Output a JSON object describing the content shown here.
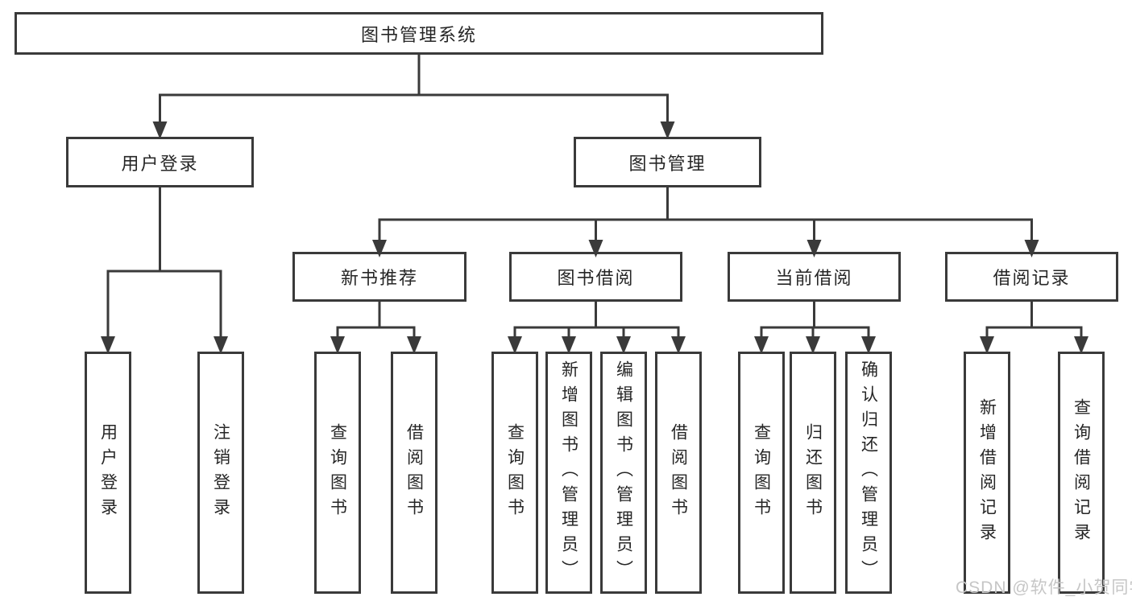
{
  "diagram": {
    "root": "图书管理系统",
    "branches": {
      "user_login": "用户登录",
      "book_mgmt": "图书管理"
    },
    "modules": {
      "new_book": "新书推荐",
      "borrow": "图书借阅",
      "current": "当前借阅",
      "records": "借阅记录"
    },
    "leaves": {
      "user_login": [
        "用户登录",
        "注销登录"
      ],
      "new_book": [
        "查询图书",
        "借阅图书"
      ],
      "borrow": [
        "查询图书",
        "新增图书（管理员）",
        "编辑图书（管理员）",
        "借阅图书"
      ],
      "current": [
        "查询图书",
        "归还图书",
        "确认归还（管理员）"
      ],
      "records": [
        "新增借阅记录",
        "查询借阅记录"
      ]
    }
  },
  "watermark": "CSDN @软件_小贺同学",
  "colors": {
    "line": "#3a3a3a",
    "box_fill": "#ffffff",
    "text": "#262626",
    "watermark": "#c6c6c6"
  }
}
